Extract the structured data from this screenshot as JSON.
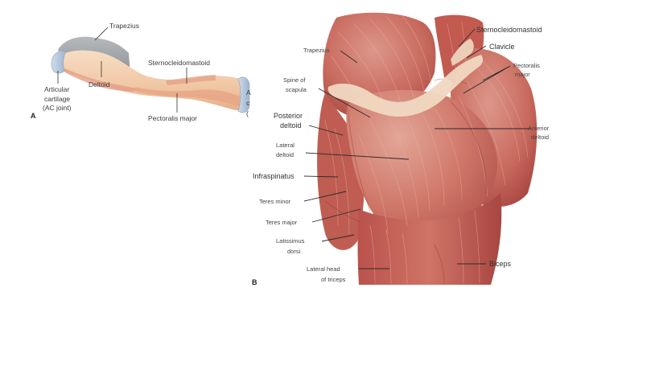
{
  "panel_a": {
    "letter": "A",
    "labels": {
      "trapezius": "Trapezius",
      "sternocleidomastoid": "Sternocleidomastoid",
      "deltoid": "Deltoid",
      "articular_1": "Articular",
      "articular_2": "cartilage",
      "articular_3": "(AC joint)",
      "pectoralis_major": "Pectoralis major",
      "clipped_1": "A",
      "clipped_2": "c",
      "clipped_3": "("
    }
  },
  "panel_b": {
    "letter": "B",
    "labels": {
      "sternocleidomastoid": "Sternocleidomastoid",
      "clavicle": "Clavicle",
      "trapezius": "Trapezius",
      "pectoralis_1": "Pectoralis",
      "pectoralis_2": "major",
      "spine_1": "Spine of",
      "spine_2": "scapula",
      "posterior_1": "Posterior",
      "posterior_2": "deltoid",
      "anterior_1": "Anterior",
      "anterior_2": "deltoid",
      "lateral_1": "Lateral",
      "lateral_2": "deltoid",
      "infraspinatus": "Infraspinatus",
      "teres_minor": "Teres minor",
      "teres_major": "Teres major",
      "latissimus_1": "Latissimus",
      "latissimus_2": "dorsi",
      "biceps": "Biceps",
      "triceps_1": "Lateral head",
      "triceps_2": "of triceps"
    }
  },
  "colors": {
    "muscle_light": "#d8897b",
    "muscle_mid": "#c25a50",
    "muscle_dark": "#8e2f2c",
    "fiber_light": "#eab1a2",
    "tendon": "#f0d8c2",
    "bone": "#f2d2b8",
    "bone_edge": "#e0b48e",
    "cartilage": "#dde7f1",
    "trapezius_gray": "#a3a7ab",
    "articular_blue": "#c9d8ea"
  }
}
